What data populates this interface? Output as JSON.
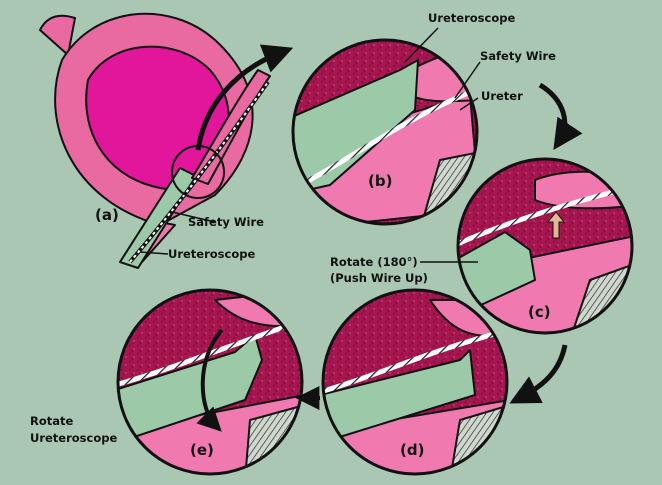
{
  "panels": {
    "a": "(a)",
    "b": "(b)",
    "c": "(c)",
    "d": "(d)",
    "e": "(e)"
  },
  "callouts": {
    "ureteroscope_b": "Ureteroscope",
    "safety_wire_b": "Safety Wire",
    "ureter_b": "Ureter",
    "safety_wire_a": "Safety Wire",
    "ureteroscope_a": "Ureteroscope",
    "rotate_c_line1": "Rotate (180°)",
    "rotate_c_line2": "(Push Wire Up)",
    "rotate_e_line1": "Rotate",
    "rotate_e_line2": "Ureteroscope"
  },
  "colors": {
    "background": "#a9c7b2",
    "bladder_wall": "#e86aa0",
    "bladder_lumen": "#e2169a",
    "tissue_dark": "#a5154f",
    "tissue_light": "#f07ab0",
    "scope": "#9ccaa8",
    "outline": "#111111"
  }
}
